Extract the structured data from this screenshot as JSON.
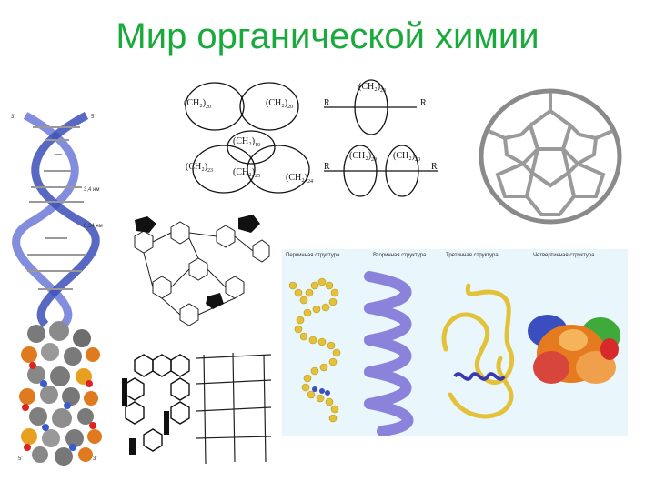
{
  "title": "Мир органической химии",
  "dna": {
    "labels": [
      "3'",
      "5'",
      "3,4 нм",
      "0,34 нм",
      "5'",
      "3'"
    ]
  },
  "rings": {
    "labels": [
      "(CH₂)",
      "(CH₂)",
      "R",
      "(CH₂)",
      "R",
      "(CH₂)",
      "(CH₂)",
      "(CH₂)",
      "(CH₂)",
      "R",
      "(CH₂)",
      "(CH₂)",
      "R"
    ],
    "subscripts": [
      "20",
      "20",
      "23",
      "10",
      "23",
      "25",
      "24",
      "20",
      "20",
      "20"
    ]
  },
  "protein": {
    "headings": [
      "Первичная структура",
      "Вторичная структура",
      "Третичная структура",
      "Четвертичная структура"
    ]
  },
  "colors": {
    "title": "#1aaa3c",
    "protein_bg": "#e9f6fb",
    "helix": "#7b6fd6",
    "bead": "#e3c23a",
    "strand": "#5c6cc7"
  }
}
